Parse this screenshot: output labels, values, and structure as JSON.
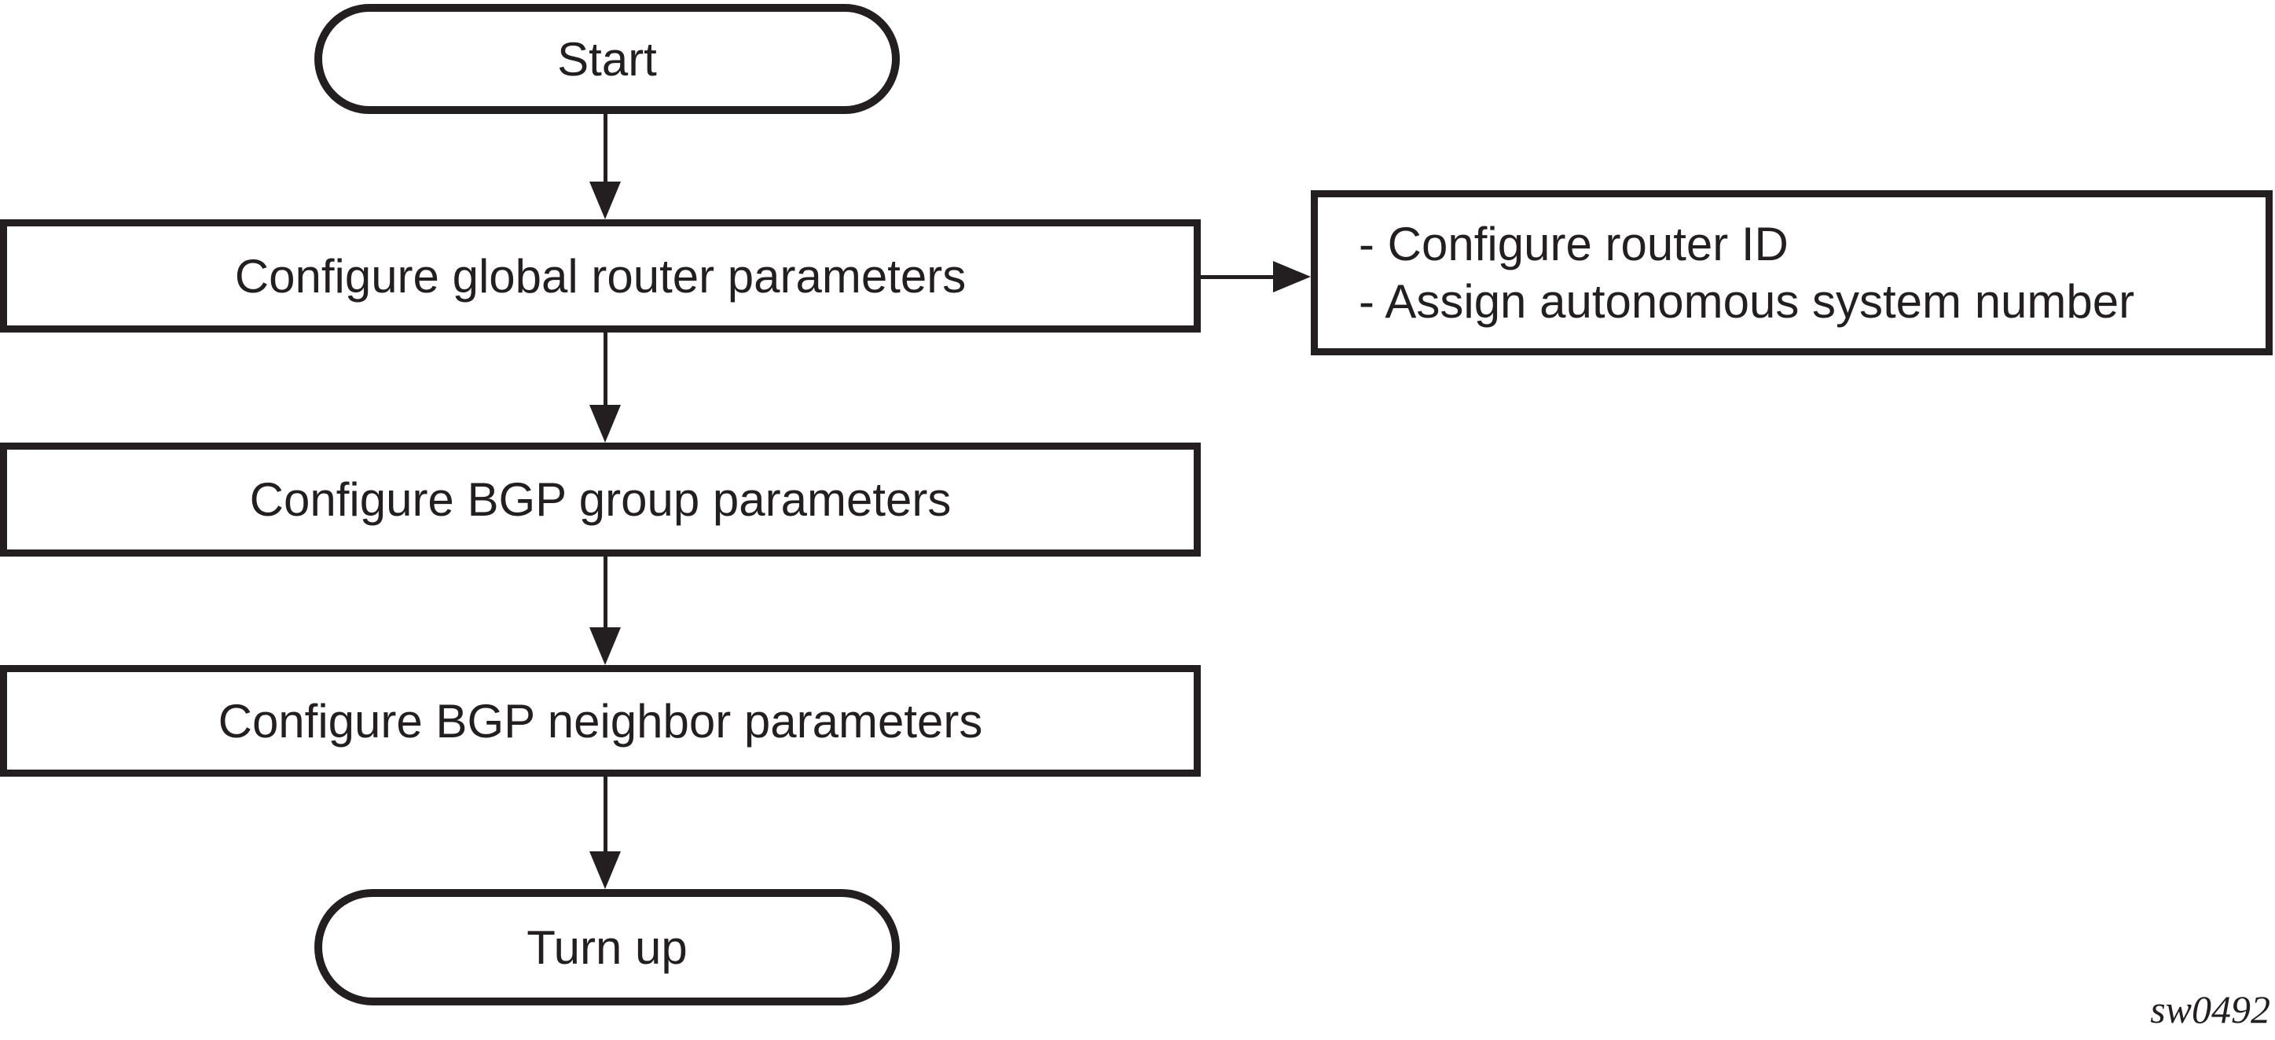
{
  "diagram": {
    "type": "flowchart",
    "watermark": "sw0492",
    "colors": {
      "line": "#231f20",
      "background": "#ffffff"
    },
    "nodes": {
      "start": {
        "label": "Start",
        "shape": "terminator"
      },
      "step1": {
        "label": "Configure global router parameters",
        "shape": "process"
      },
      "step1_note": {
        "shape": "annotation",
        "lines": [
          "- Configure router ID",
          "- Assign autonomous system number"
        ]
      },
      "step2": {
        "label": "Configure BGP group parameters",
        "shape": "process"
      },
      "step3": {
        "label": "Configure BGP neighbor parameters",
        "shape": "process"
      },
      "end": {
        "label": "Turn up",
        "shape": "terminator"
      }
    },
    "edges": [
      {
        "from": "start",
        "to": "step1",
        "direction": "down"
      },
      {
        "from": "step1",
        "to": "step1_note",
        "direction": "right"
      },
      {
        "from": "step1",
        "to": "step2",
        "direction": "down"
      },
      {
        "from": "step2",
        "to": "step3",
        "direction": "down"
      },
      {
        "from": "step3",
        "to": "end",
        "direction": "down"
      }
    ]
  }
}
